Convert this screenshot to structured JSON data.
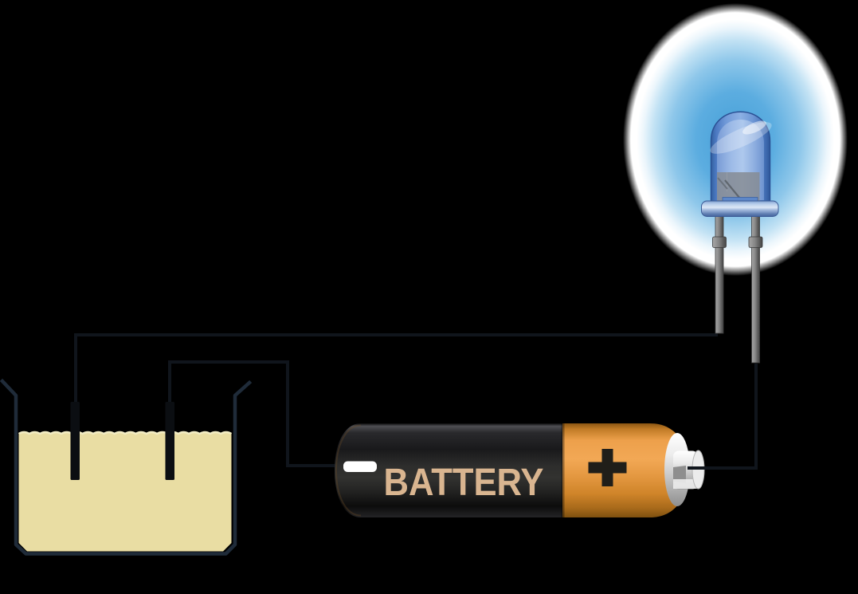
{
  "figure": {
    "background_color": "#000000",
    "description_elements": [
      "beaker-with-electrolyte",
      "battery",
      "glowing-led",
      "wires"
    ]
  },
  "wires": {
    "color": "#10151c"
  },
  "beaker": {
    "outline_color": "#1f2b39",
    "liquid_color": "#e9dda3",
    "liquid_highlight_color": "#f2ecc4",
    "electrode_color": "#0b0e12"
  },
  "battery": {
    "label": "BATTERY",
    "label_color": "#d9b590",
    "negative_symbol": "−",
    "negative_symbol_color": "#ffffff",
    "positive_symbol": "+",
    "positive_symbol_color": "#201e19",
    "body_color": "#161616",
    "cap_color": "#e59942",
    "terminal_color": "#d8d8d8"
  },
  "led": {
    "glow_center_color": "#459fd7",
    "glow_ring_color": "#ffffff",
    "body_color": "#8cb0e4",
    "flange_color": "#9db4da",
    "leg_color": "#858585"
  }
}
